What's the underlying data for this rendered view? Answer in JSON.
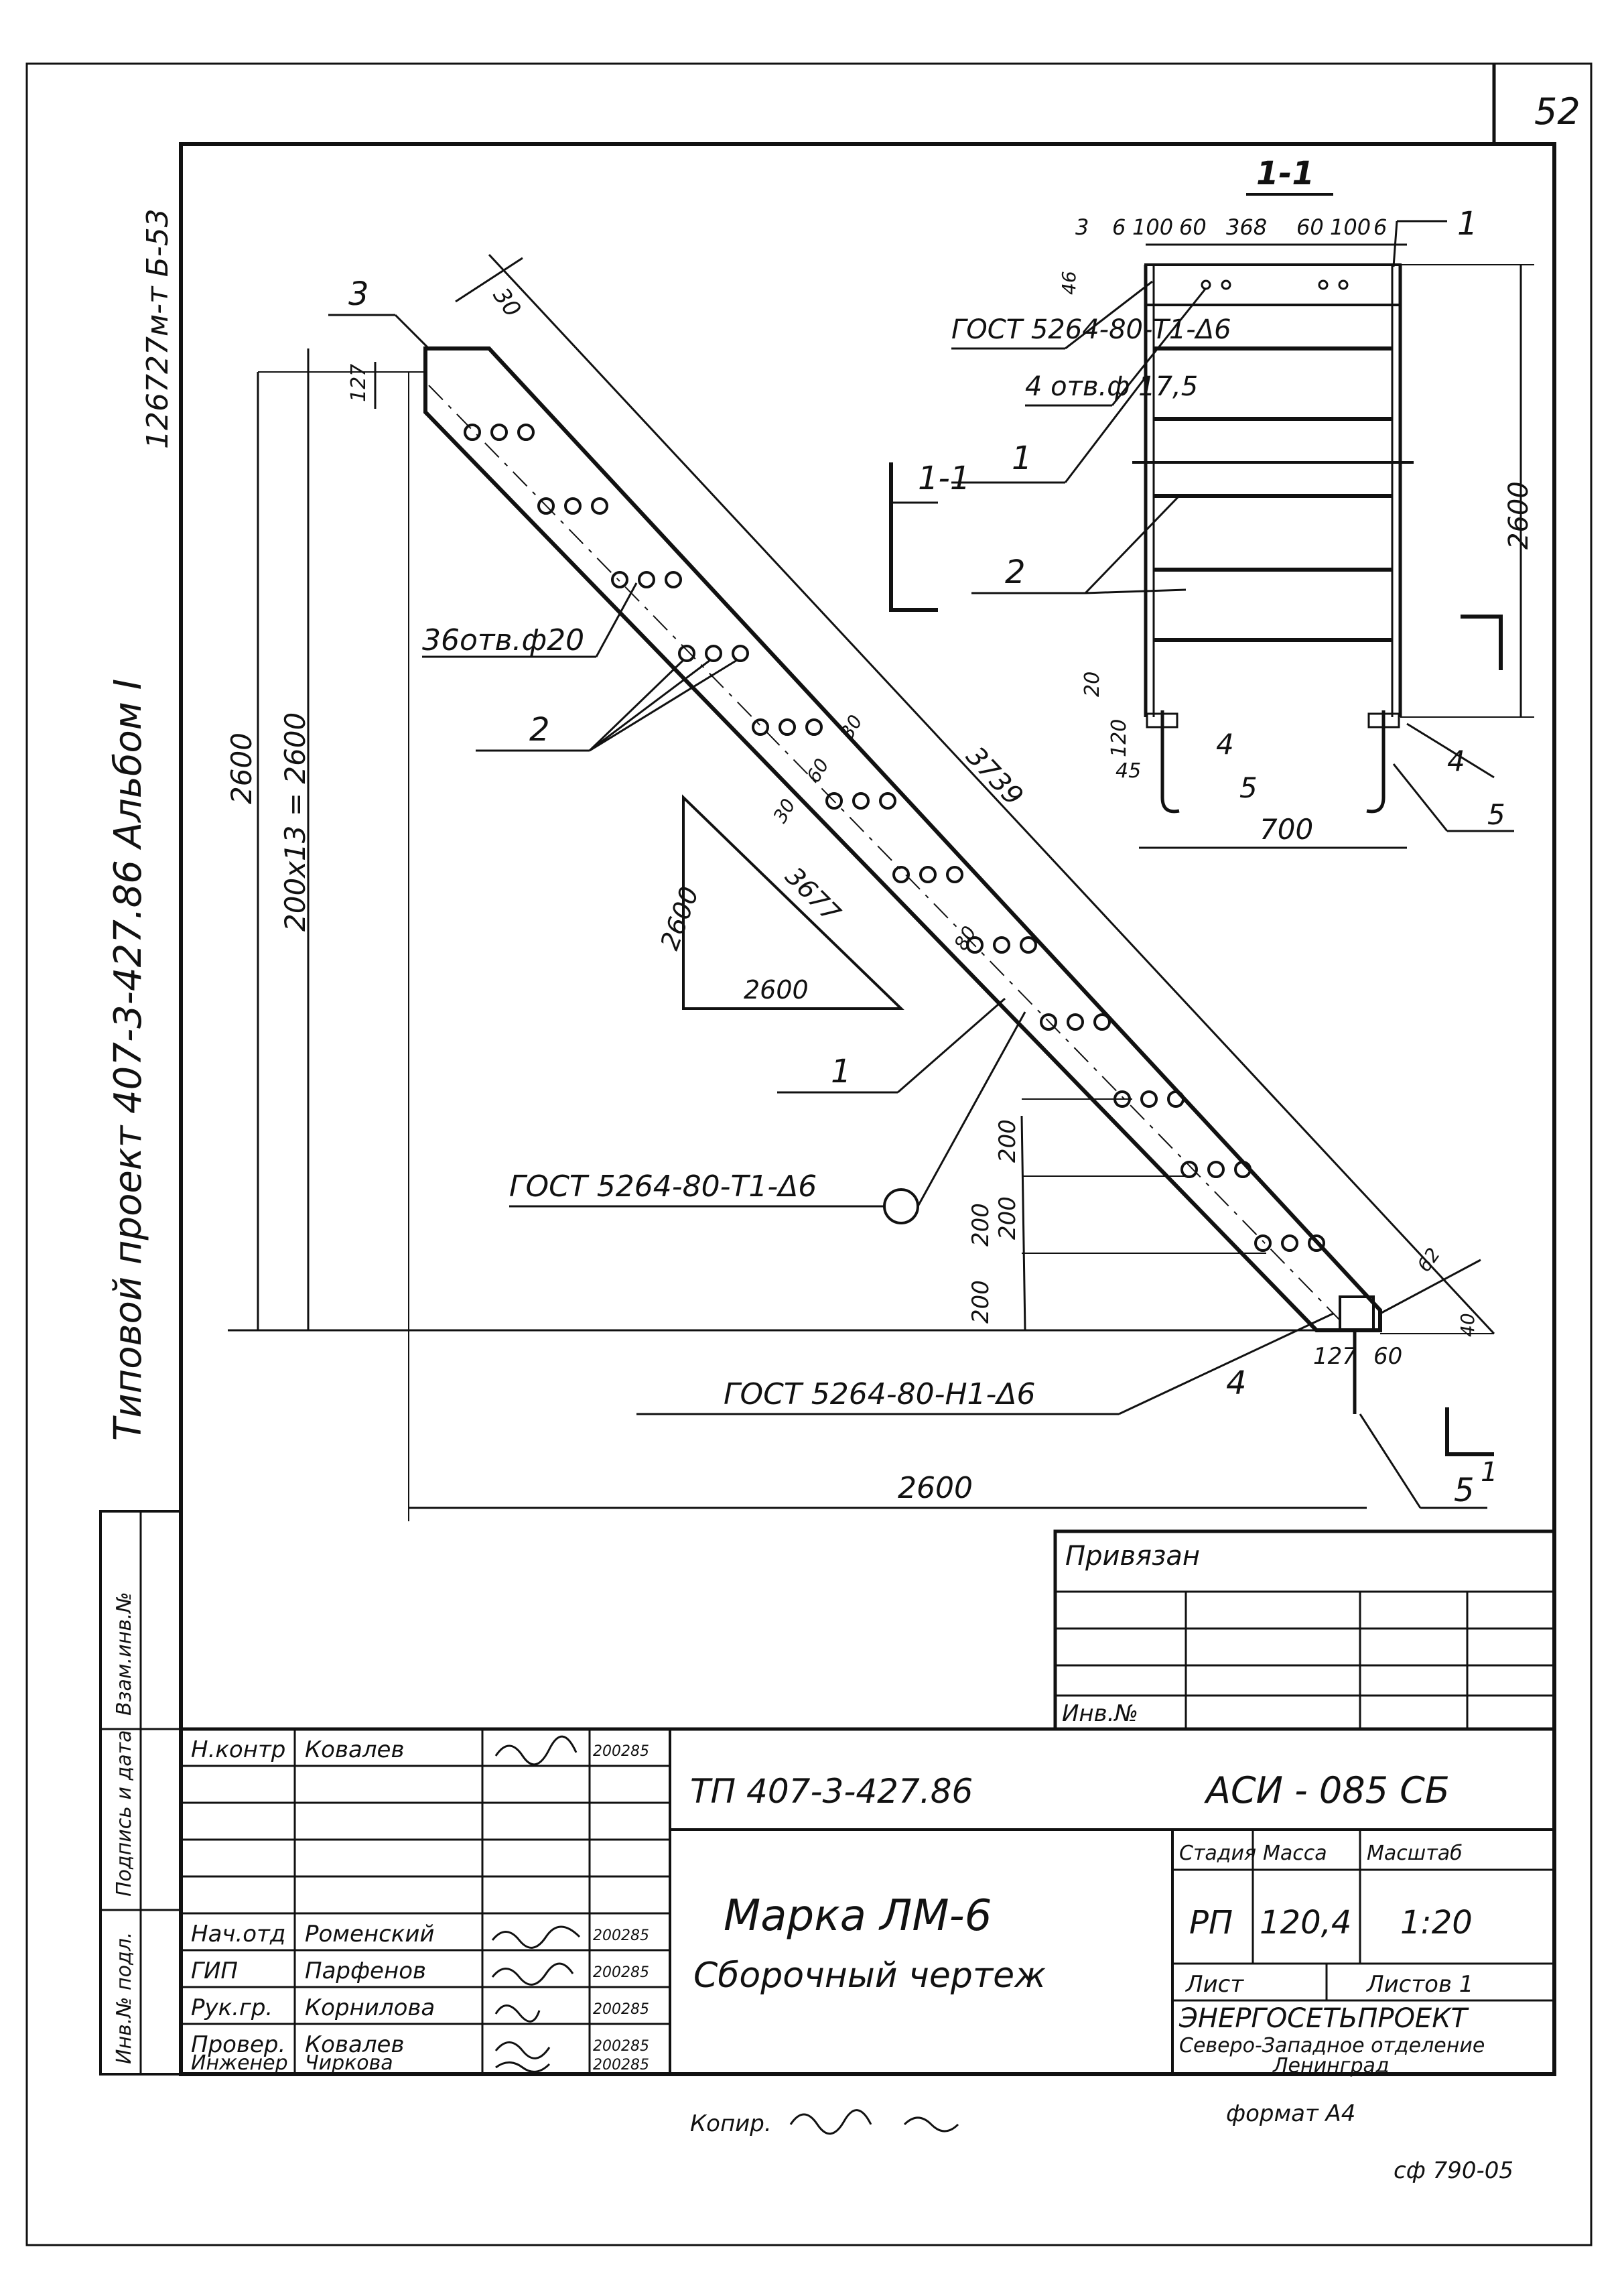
{
  "sheet_number": "52",
  "side_code": "126727м-т Б-53",
  "side_project": "Типовой проект 407-3-427.86 Альбом I",
  "section": {
    "label": "1-1",
    "top_dims": [
      "3",
      "6",
      "100",
      "60",
      "368",
      "60",
      "100",
      "6"
    ],
    "dim_46": "46",
    "height": "2600",
    "dim_20": "20",
    "dim_120": "120",
    "dim_45": "45",
    "width": "700",
    "callouts": [
      "1",
      "1",
      "2",
      "4",
      "5",
      "4",
      "5"
    ],
    "weld_note": "ГОСТ 5264-80-Т1-Δ6",
    "holes_note": "4 отв.ф 17,5"
  },
  "main": {
    "labels": {
      "l3": "3",
      "l2": "2",
      "l1": "1",
      "l4": "4",
      "l5": "5",
      "l1b": "1"
    },
    "dims": {
      "d30": "30",
      "d127": "127",
      "height_total": "2600",
      "pitch": "200х13 = 2600",
      "diag": "3739",
      "d30a": "30",
      "d60": "60",
      "d30b": "30",
      "d80": "80",
      "s200a": "200",
      "s200b": "200",
      "s200c": "200",
      "s200d": "200",
      "d127b": "127",
      "d60b": "60",
      "d40": "40",
      "d62": "62",
      "width_total": "2600"
    },
    "holes_note": "36отв.ф20",
    "weld_note_1": "ГОСТ 5264-80-Т1-Δ6",
    "weld_note_2": "ГОСТ 5264-80-Н1-Δ6",
    "triangle": {
      "vertical": "2600",
      "hyp": "3677",
      "base": "2600"
    }
  },
  "stamp": {
    "linked": "Привязан",
    "inv_no": "Инв.№",
    "side_cols": [
      "Взам.инв.№",
      "Подпись и дата",
      "Инв.№ подл."
    ],
    "roles": [
      {
        "role": "Н.контр",
        "name": "Ковалев",
        "date": "200285"
      },
      {
        "role": "Нач.отд",
        "name": "Роменский",
        "date": "200285"
      },
      {
        "role": "ГИП",
        "name": "Парфенов",
        "date": "200285"
      },
      {
        "role": "Рук.гр.",
        "name": "Корнилова",
        "date": "200285"
      },
      {
        "role": "Провер.",
        "name": "Ковалев",
        "date": "200285"
      },
      {
        "role": "Инженер",
        "name": "Чиркова",
        "date": "200285"
      }
    ],
    "doc_code": "ТП  407-3-427.86",
    "sheet_code": "АСИ - 085 СБ",
    "title_1": "Марка ЛМ-6",
    "title_2": "Сборочный чертеж",
    "col_stage": "Стадия",
    "col_mass": "Масса",
    "col_scale": "Масштаб",
    "stage": "РП",
    "mass": "120,4",
    "scale": "1:20",
    "sheet": "Лист",
    "sheets": "Листов 1",
    "org_1": "ЭНЕРГОСЕТЬПРОЕКТ",
    "org_2": "Северо-Западное отделение",
    "org_3": "Ленинград"
  },
  "footer": {
    "copied": "Копир.",
    "format": "формат А4",
    "code": "сф 790-05"
  }
}
